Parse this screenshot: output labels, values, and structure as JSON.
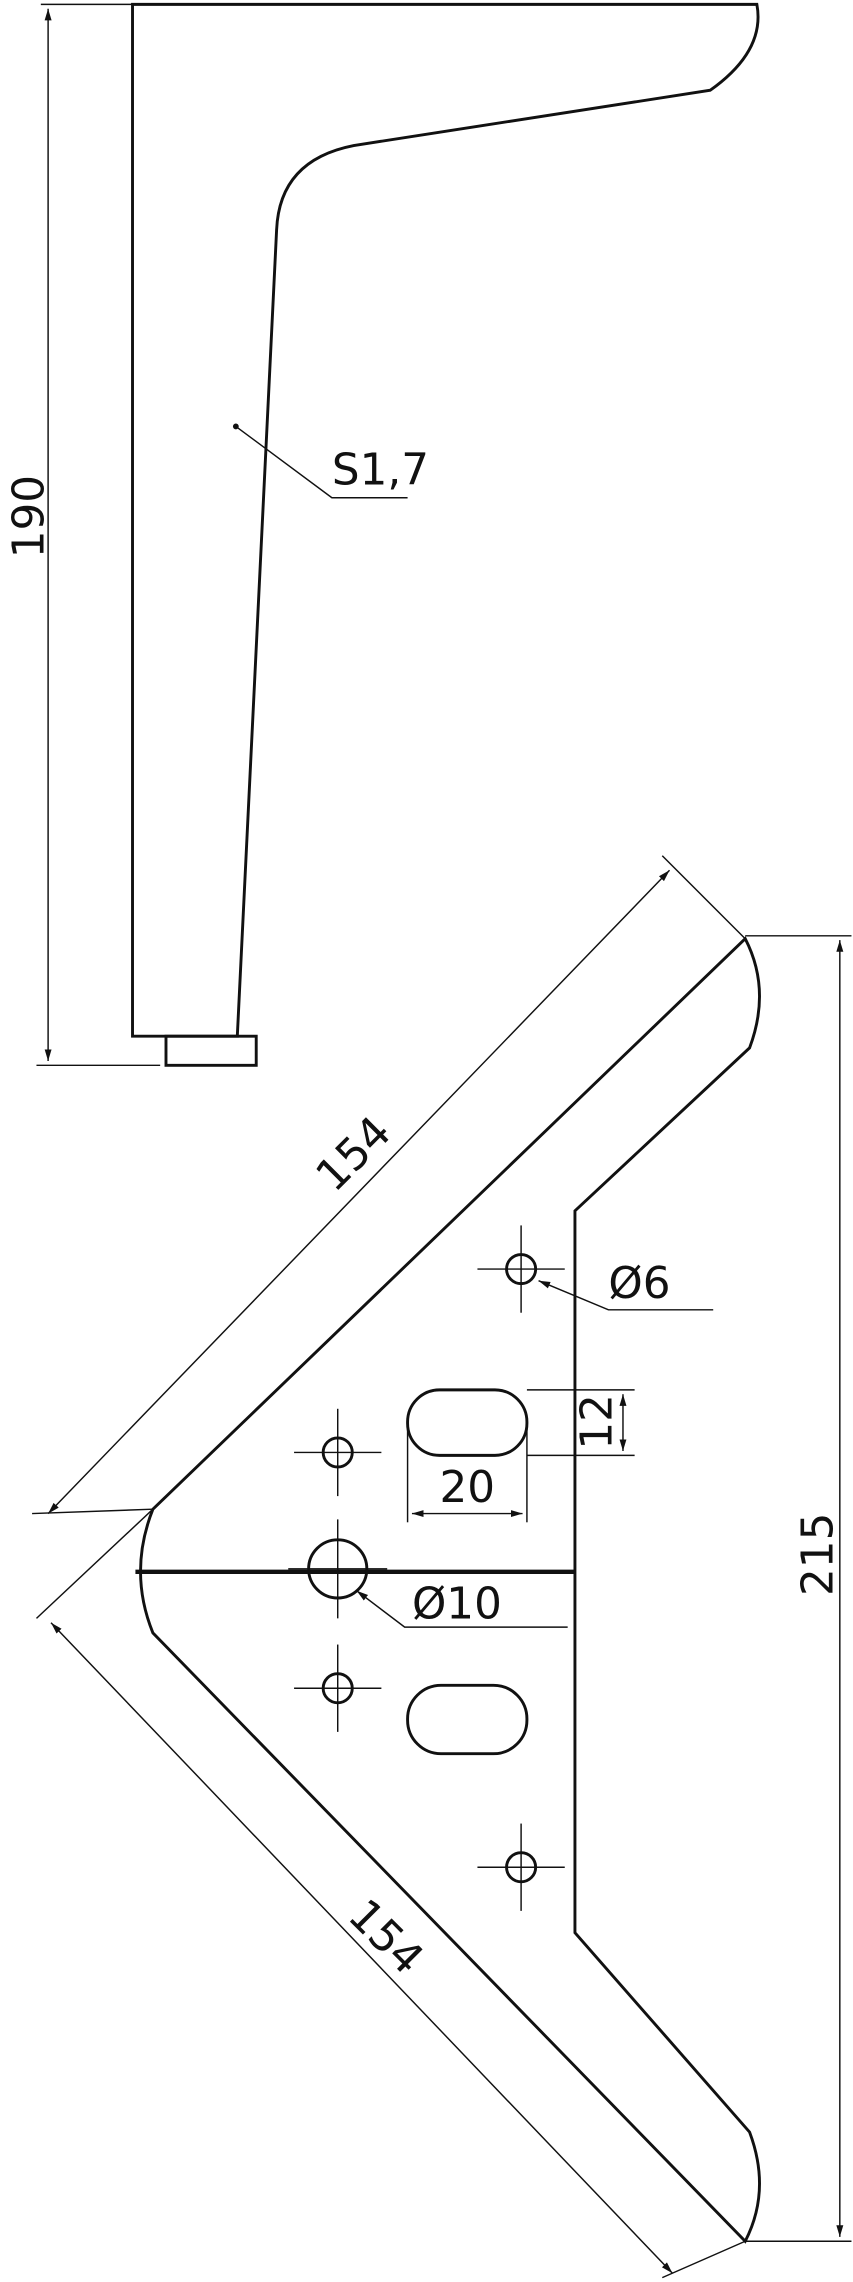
{
  "top_view": {
    "height_dim": "190",
    "thickness_label": "S1,7"
  },
  "plate_view": {
    "side_dim_top": "154",
    "side_dim_bottom": "154",
    "height_dim": "215",
    "small_hole_label": "Ø6",
    "large_hole_label": "Ø10",
    "slot_height": "12",
    "slot_width": "20"
  }
}
